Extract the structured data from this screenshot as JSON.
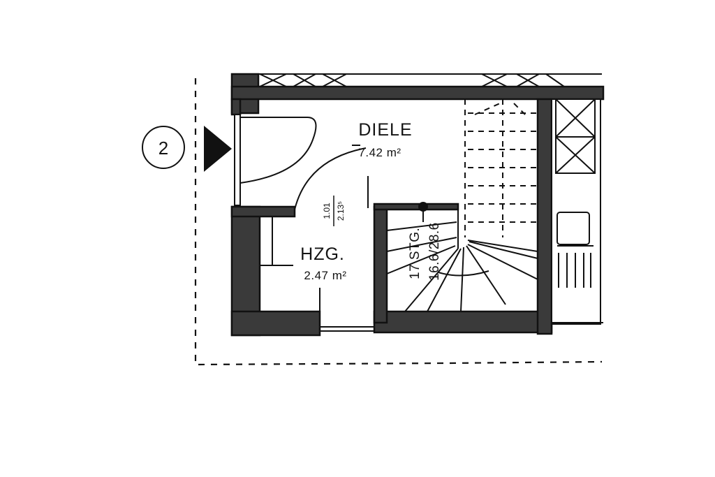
{
  "marker": {
    "number": "2"
  },
  "rooms": {
    "diele": {
      "name": "DIELE",
      "area": "7.42 m²"
    },
    "hzg": {
      "name": "HZG.",
      "area": "2.47 m²"
    }
  },
  "door_dims": {
    "width": "1.01",
    "height": "2.13⁵"
  },
  "stair": {
    "steps": "17 STG.",
    "ratio": "16.6/28.6"
  }
}
